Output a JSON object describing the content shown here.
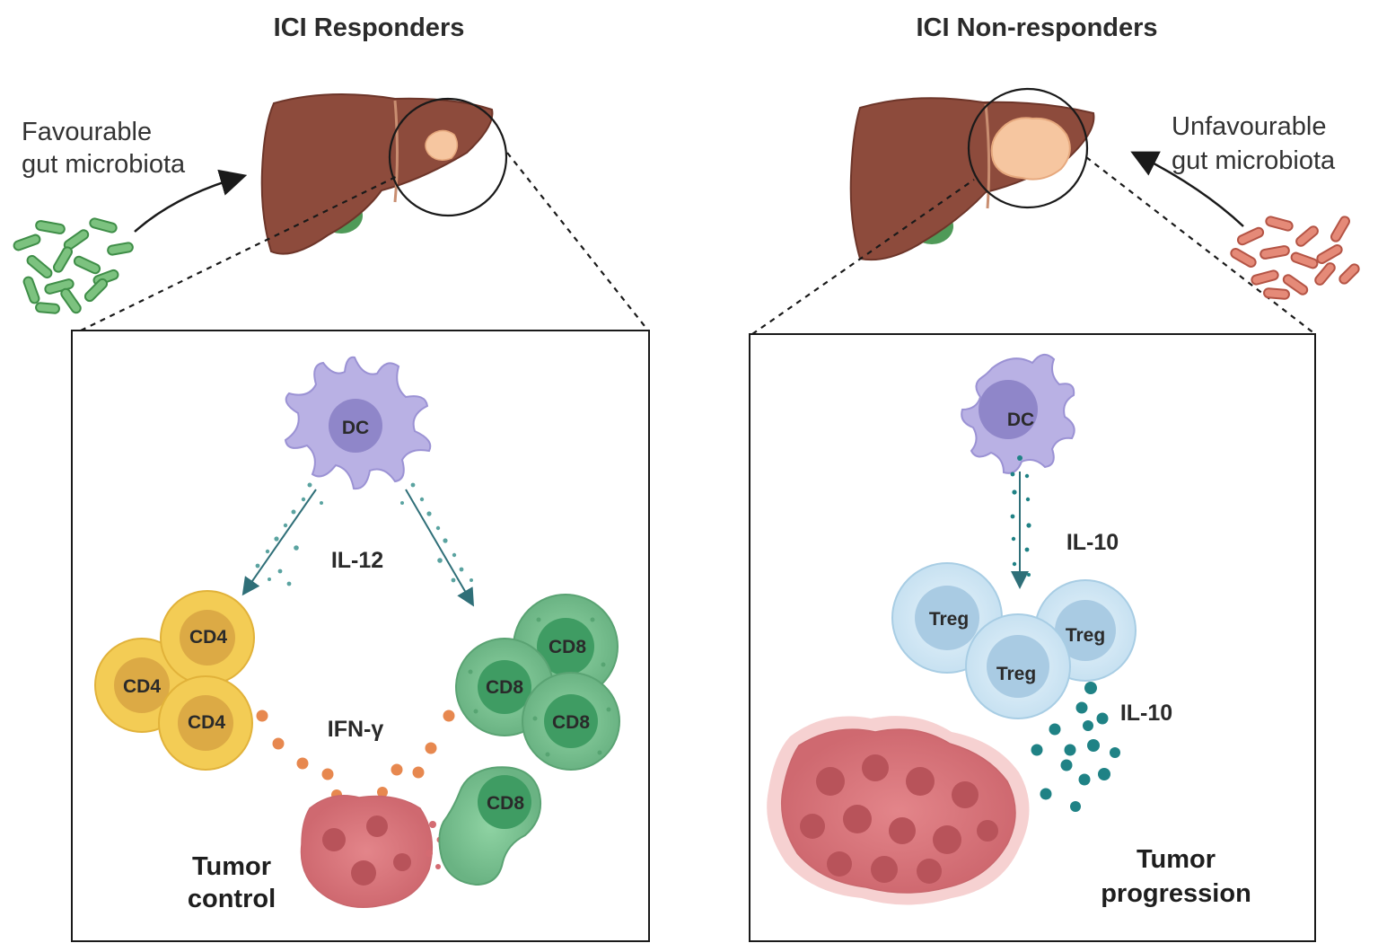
{
  "panels": {
    "left": {
      "title": "ICI Responders",
      "microbiota": [
        "Favourable",
        "gut microbiota"
      ],
      "cells": {
        "dc": "DC",
        "cd4": [
          "CD4",
          "CD4",
          "CD4"
        ],
        "cd8": [
          "CD8",
          "CD8",
          "CD8",
          "CD8"
        ]
      },
      "cytokines": {
        "top": "IL-12",
        "bottom": "IFN-γ"
      },
      "outcome": [
        "Tumor",
        "control"
      ]
    },
    "right": {
      "title": "ICI Non-responders",
      "microbiota": [
        "Unfavourable",
        "gut microbiota"
      ],
      "cells": {
        "dc": "DC",
        "treg": [
          "Treg",
          "Treg",
          "Treg"
        ]
      },
      "cytokines": {
        "top": "IL-10",
        "bottom": "IL-10"
      },
      "outcome": [
        "Tumor",
        "progression"
      ]
    }
  },
  "colors": {
    "liver": "#8d4b3c",
    "gallbladder": "#4f9a58",
    "lesion": "#f6c6a0",
    "dc": "#b9b1e4",
    "cd4": "#f3cc55",
    "cd8": "#79c18f",
    "treg": "#cfe6f4",
    "tumor": "#d9767a",
    "il12_dots": "#5aa3a0",
    "ifng_dots": "#e7884f",
    "il10_dots": "#1f8285",
    "bacteria_good": "#6fbf73",
    "bacteria_bad": "#e07b6a"
  }
}
